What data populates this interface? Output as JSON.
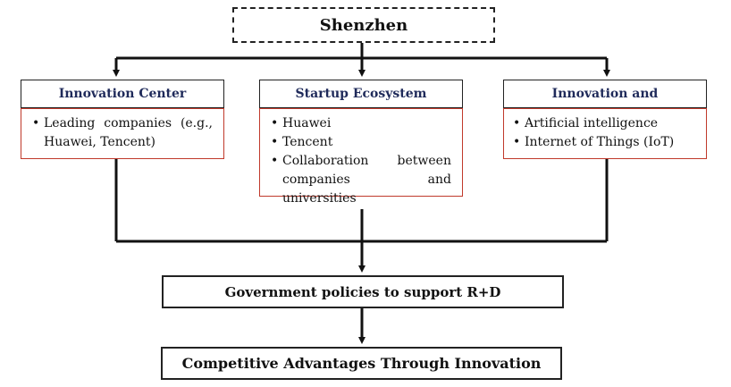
{
  "top": {
    "label": "Shenzhen"
  },
  "cards": [
    {
      "title": "Innovation Center",
      "items": [
        "Leading companies (e.g., Huawei, Tencent)"
      ]
    },
    {
      "title": "Startup Ecosystem",
      "items": [
        "Huawei",
        "Tencent",
        "Collaboration between companies and universities"
      ]
    },
    {
      "title": "Innovation and",
      "items": [
        "Artificial intelligence",
        "Internet of Things (IoT)"
      ]
    }
  ],
  "policy": {
    "label": "Government policies to support R+D"
  },
  "outcome": {
    "label": "Competitive Advantages Through Innovation"
  }
}
